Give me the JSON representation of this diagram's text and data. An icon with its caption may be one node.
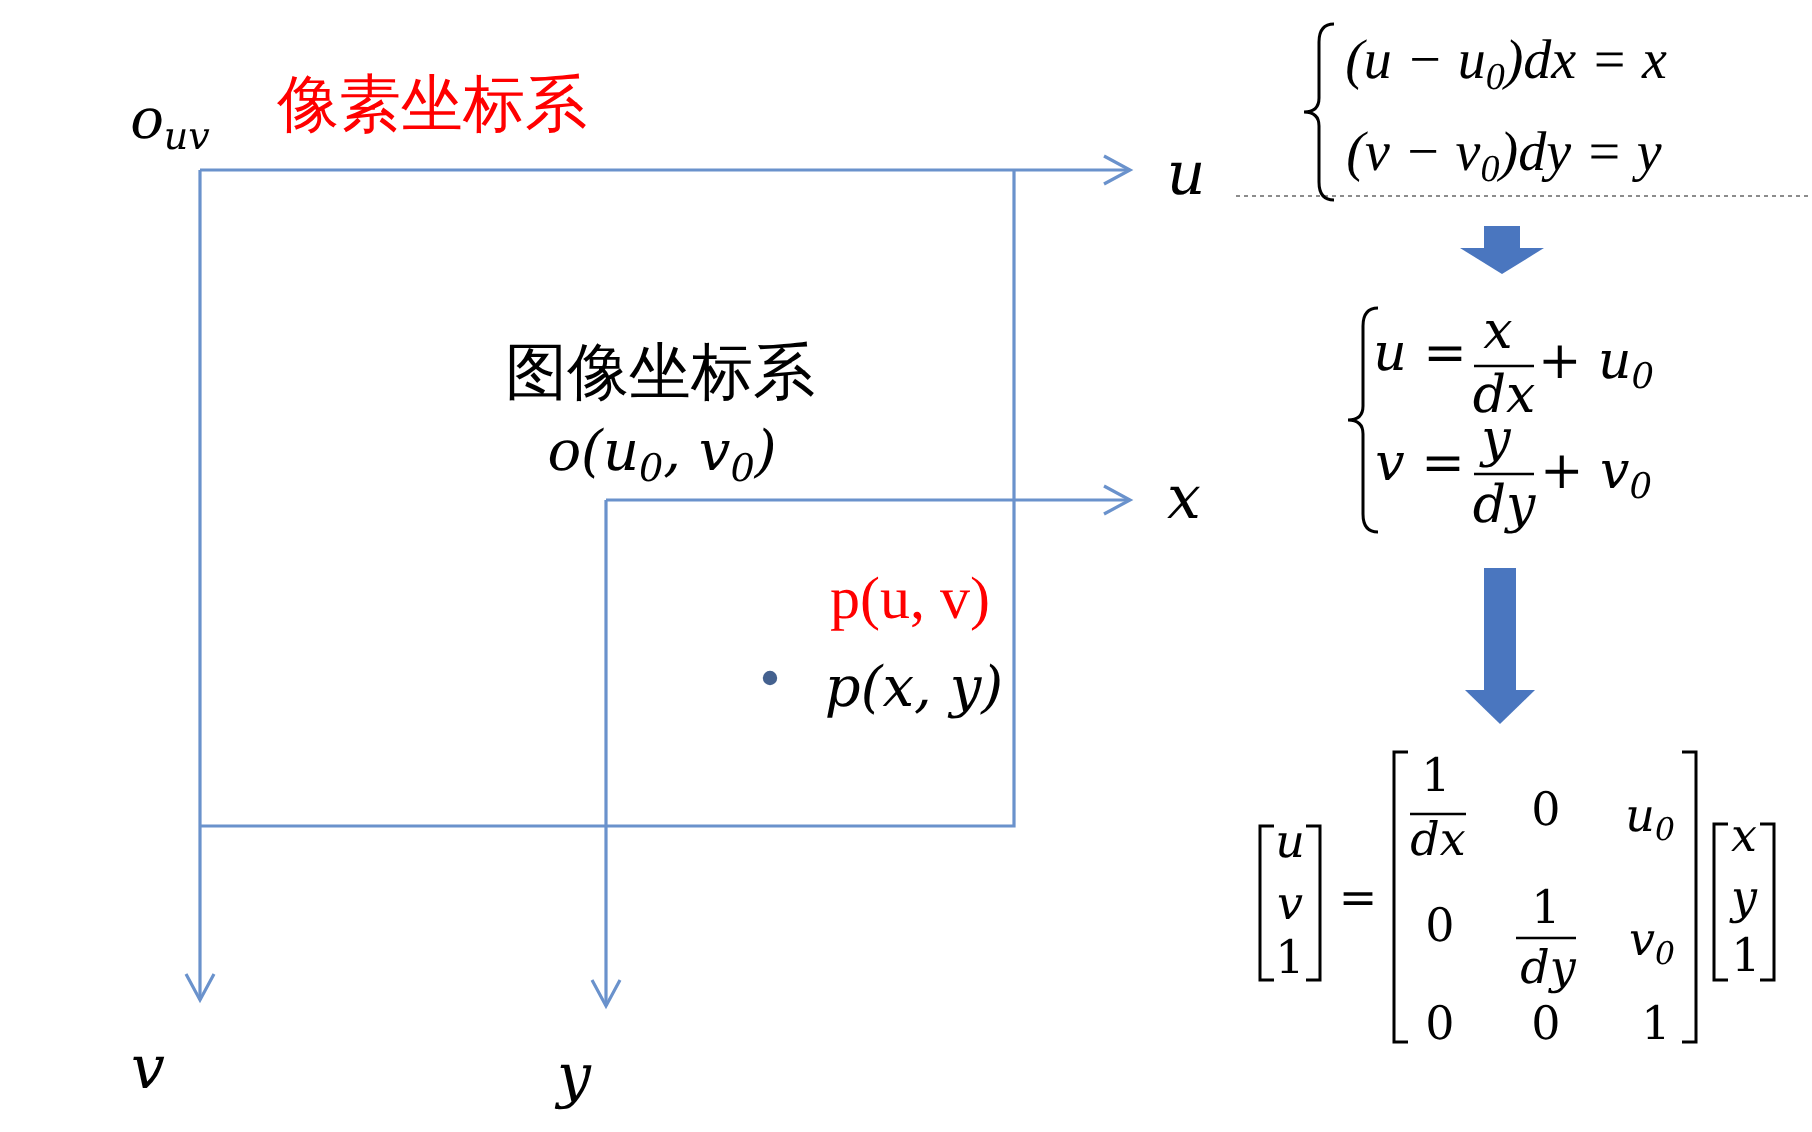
{
  "diagram": {
    "nodes": [
      {
        "text": [
          "(u − u$_{0}$)dx = x",
          "(v − v$_{0}$)dy = y"
        ]
      },
      {
        "text": [
          "u =",
          "x",
          "dx",
          "+ u$_{0}$",
          "v =",
          "y",
          "dy",
          "+ v$_{0}$"
        ]
      },
      {
        "text": [
          "u",
          "v",
          "1",
          "=",
          "1",
          "dx",
          "0",
          "u$_{0}$",
          "0",
          "1",
          "dy",
          "v$_{0}$",
          "0",
          "0",
          "1",
          "x",
          "y",
          "1"
        ]
      }
    ],
    "edges": [
      {
        "from": 0,
        "to": 1,
        "arrow": "to"
      },
      {
        "from": 1,
        "to": 2,
        "arrow": "to"
      }
    ],
    "labels": [
      "o$_{uv}$",
      "像素坐标系",
      "u",
      "图像坐标系",
      "o(u$_{0}$, v$_{0}$)",
      "x",
      "p(u, v)",
      "p(x, y)",
      "v",
      "y"
    ]
  }
}
